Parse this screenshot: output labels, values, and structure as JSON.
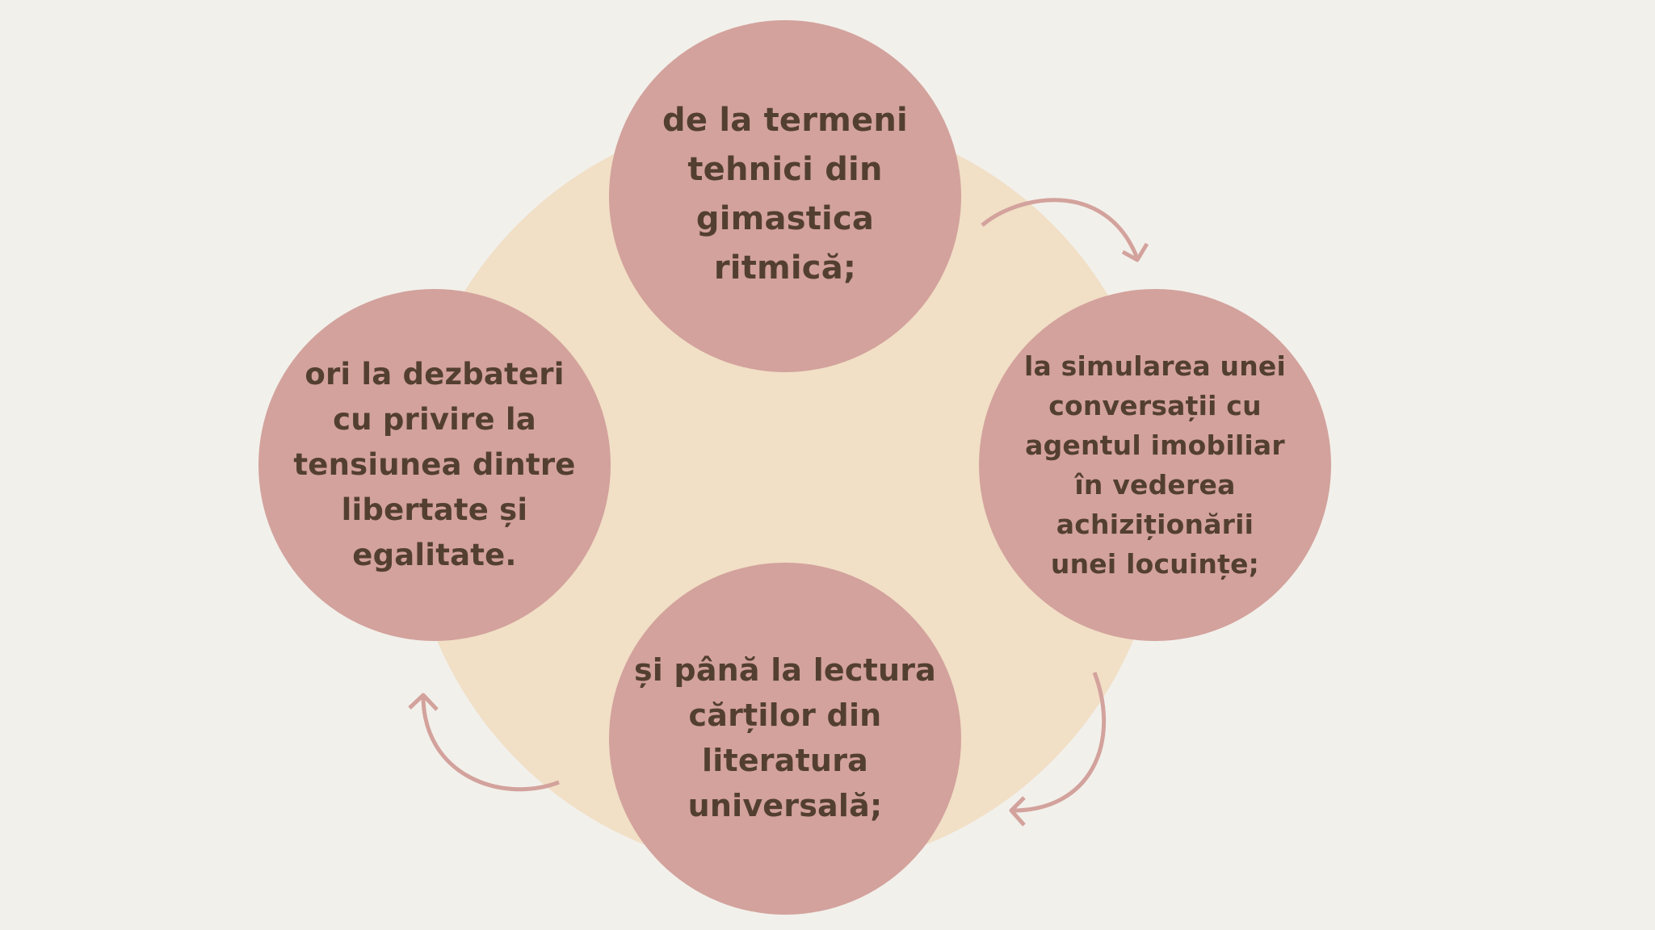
{
  "diagram": {
    "type": "cycle",
    "colors": {
      "background": "#f2f0eb",
      "outer_circle": "#f1dfc6",
      "node_fill": "#d3a29c",
      "node_text": "#533f31",
      "arrow": "#d3a29c"
    },
    "nodes": [
      {
        "position": "top",
        "text": "de la termeni\ntehnici din\ngimastica\nritmică;"
      },
      {
        "position": "right",
        "text": "la simularea unei\nconversații cu\nagentul imobiliar\nîn vederea\nachiziționării\nunei locuințe;"
      },
      {
        "position": "bottom",
        "text": "și până la lectura\ncărților din\nliteratura\nuniversală;"
      },
      {
        "position": "left",
        "text": "ori la dezbateri\ncu privire la\ntensiunea dintre\nlibertate și\negalitate."
      }
    ],
    "arrows": [
      {
        "from": "top",
        "to": "right",
        "icon": "curved-arrow-icon"
      },
      {
        "from": "right",
        "to": "bottom",
        "icon": "curved-arrow-icon"
      },
      {
        "from": "bottom",
        "to": "left",
        "icon": "curved-arrow-icon"
      }
    ]
  }
}
